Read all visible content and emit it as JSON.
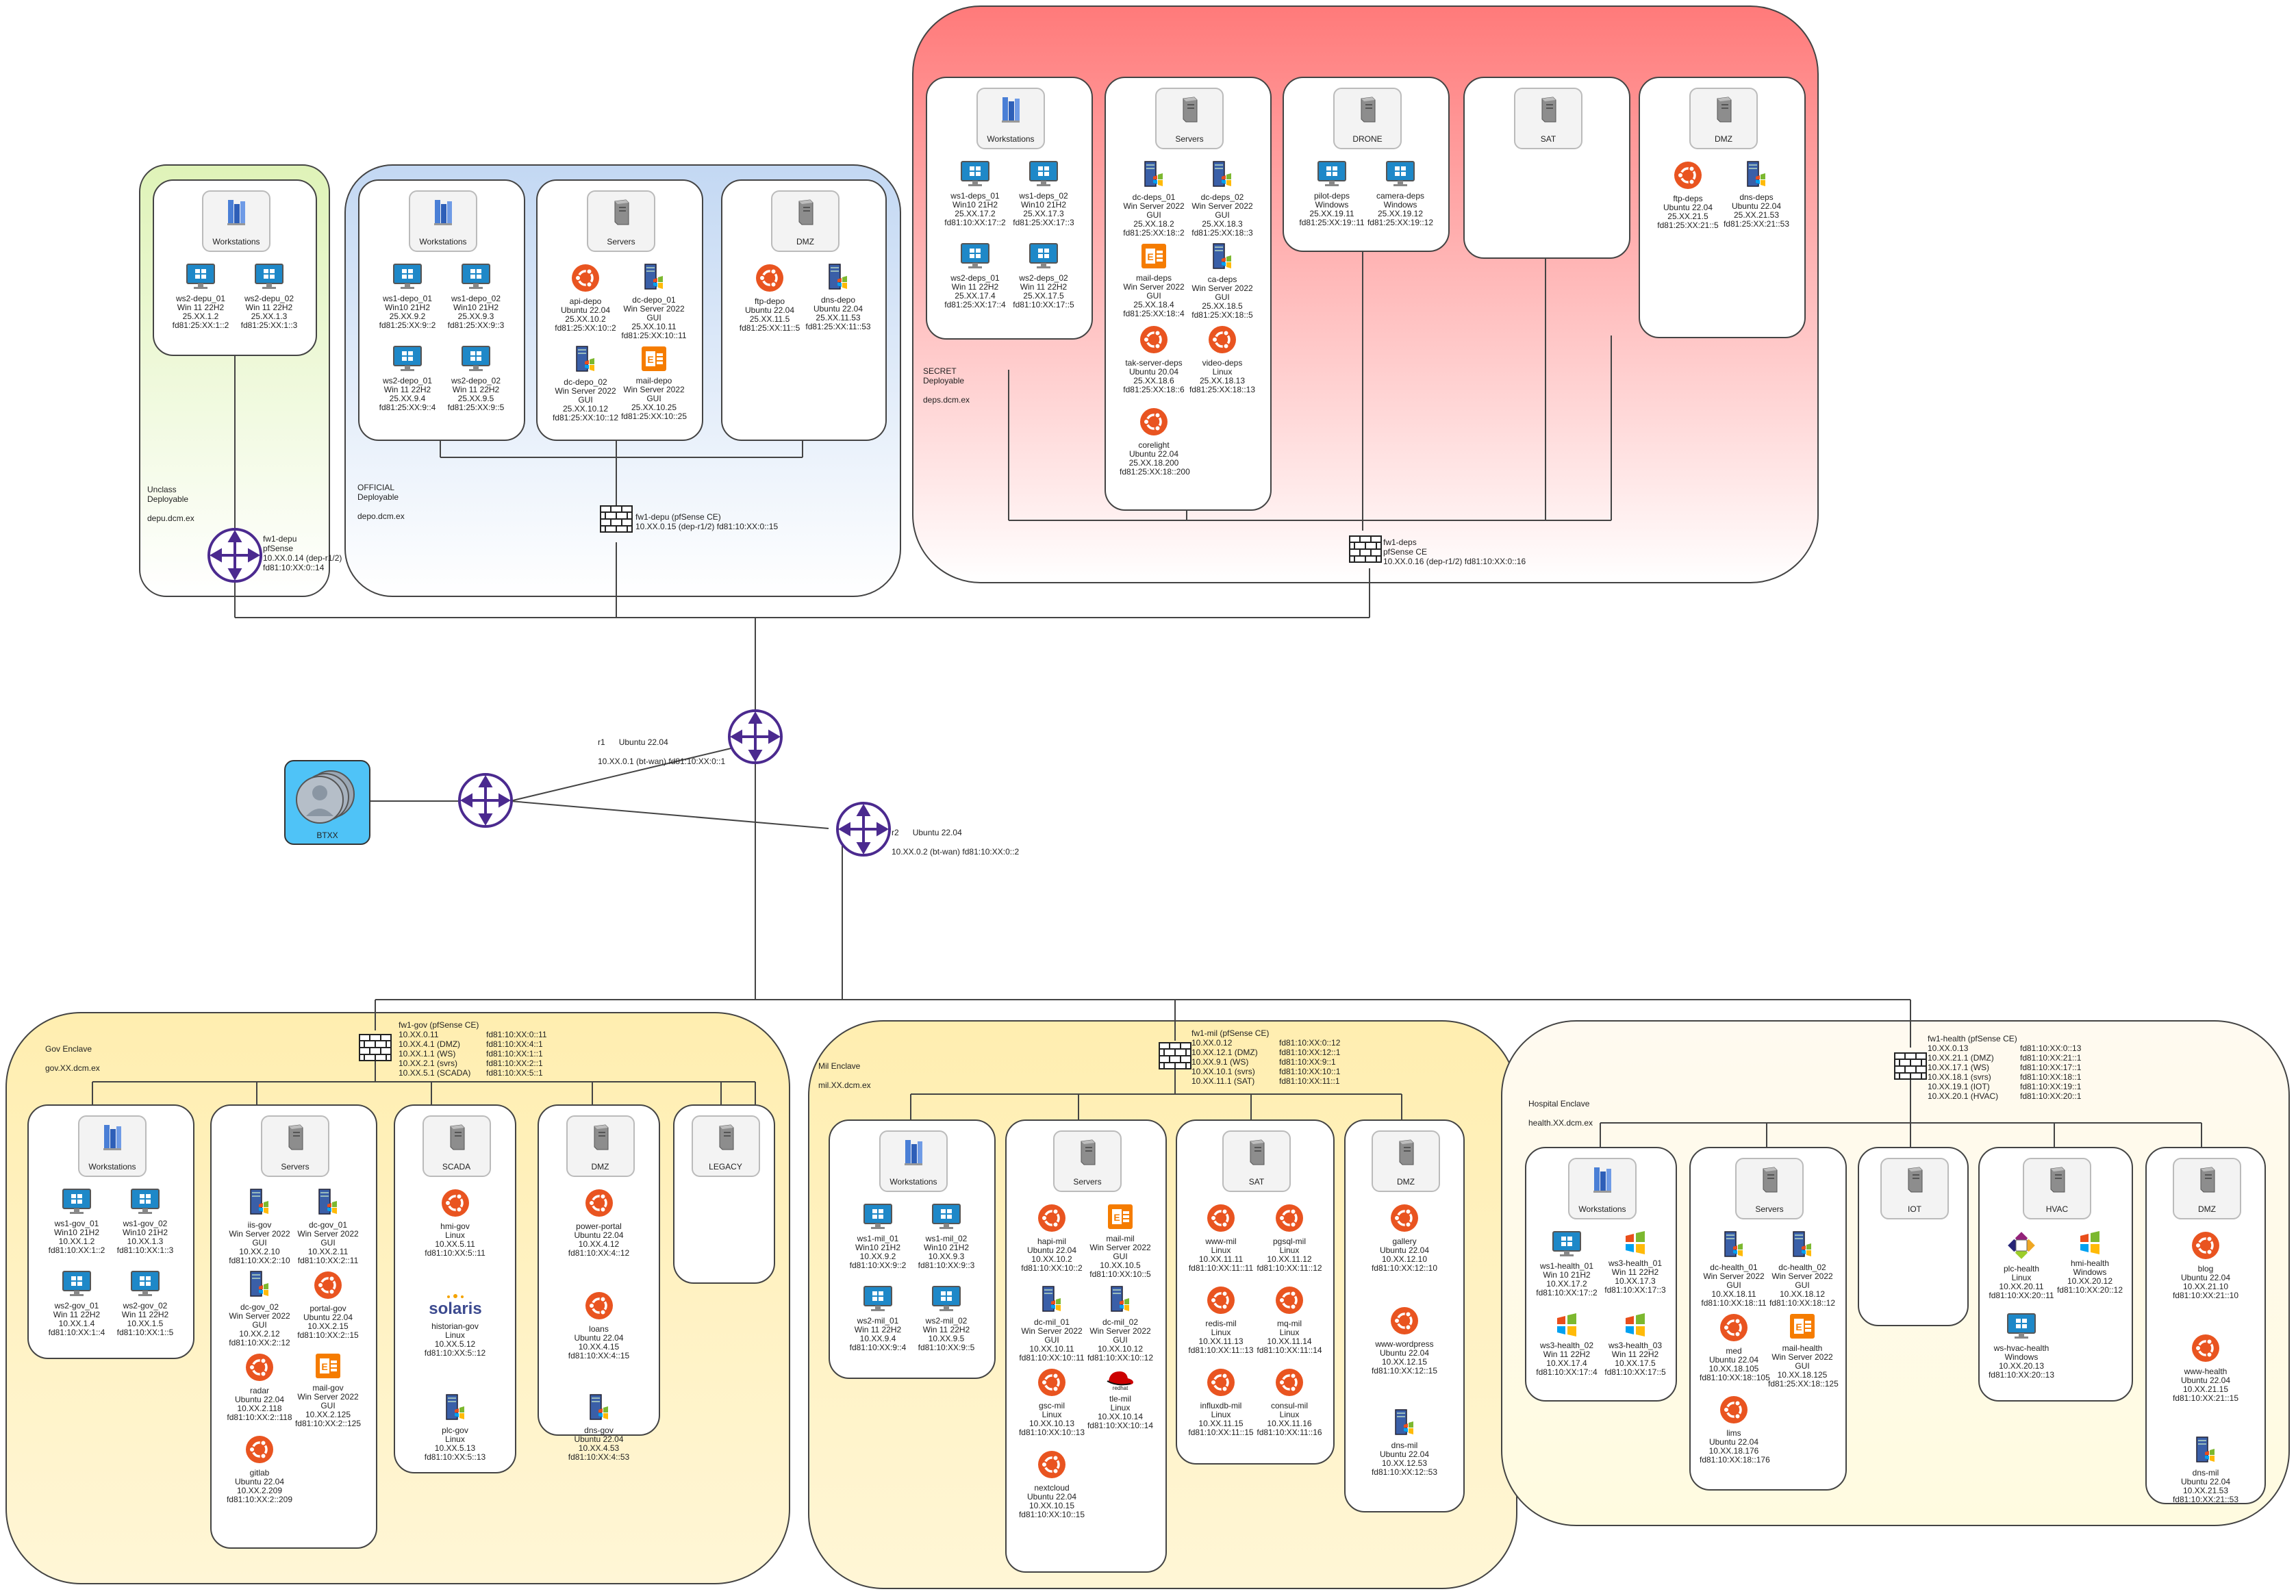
{
  "top_router": {
    "name": "r1",
    "os": "Ubuntu 22.04",
    "addr": "10.XX.0.1 (bt-wan) fd81:10:XX:0::1"
  },
  "mid_router": {
    "name": "r2",
    "os": "Ubuntu 22.04",
    "addr": "10.XX.0.2 (bt-wan) fd81:10:XX:0::2"
  },
  "cloud": {
    "label": "BTXX"
  },
  "unclass": {
    "label": "Unclass\nDeployable\n\ndepu.dcm.ex",
    "fw": "fw1-depu\npfSense\n10.XX.0.14  (dep-r1/2)\nfd81:10:XX:0::14",
    "workstations": {
      "title": "Workstations",
      "nodes": [
        {
          "text": "ws2-depu_01\nWin 11 22H2\n25.XX.1.2\nfd81:25:XX:1::2",
          "icon": "windows-pc"
        },
        {
          "text": "ws2-depu_02\nWin 11 22H2\n25.XX.1.3\nfd81:25:XX:1::3",
          "icon": "windows-pc"
        }
      ]
    }
  },
  "official": {
    "label": "OFFICIAL\nDeployable\n\ndepo.dcm.ex",
    "fw": "fw1-depu (pfSense CE)\n10.XX.0.15 (dep-r1/2)    fd81:10:XX:0::15",
    "workstations": {
      "title": "Workstations",
      "nodes": [
        {
          "text": "ws1-depo_01\nWin10 21H2\n25.XX.9.2\nfd81:25:XX:9::2",
          "icon": "windows-pc"
        },
        {
          "text": "ws1-depo_02\nWin10 21H2\n25.XX.9.3\nfd81:25:XX:9::3",
          "icon": "windows-pc"
        },
        {
          "text": "ws2-depo_01\nWin 11 22H2\n25.XX.9.4\nfd81:25:XX:9::4",
          "icon": "windows-pc"
        },
        {
          "text": "ws2-depo_02\nWin 11 22H2\n25.XX.9.5\nfd81:25:XX:9::5",
          "icon": "windows-pc"
        }
      ]
    },
    "servers": {
      "title": "Servers",
      "nodes": [
        {
          "text": "api-depo\nUbuntu 22.04\n25.XX.10.2\nfd81:25:XX:10::2",
          "icon": "ubuntu"
        },
        {
          "text": "dc-depo_01\nWin Server 2022 GUI\n25.XX.10.11\nfd81:25:XX:10::11",
          "icon": "winserver"
        },
        {
          "text": "dc-depo_02\nWin Server 2022 GUI\n25.XX.10.12\nfd81:25:XX:10::12",
          "icon": "winserver"
        },
        {
          "text": "mail-depo\nWin Server 2022 GUI\n25.XX.10.25\nfd81:25:XX:10::25",
          "icon": "exchange"
        }
      ]
    },
    "dmz": {
      "title": "DMZ",
      "nodes": [
        {
          "text": "ftp-depo\nUbuntu 22.04\n25.XX.11.5\nfd81:25:XX:11::5",
          "icon": "ubuntu"
        },
        {
          "text": "dns-depo\nUbuntu 22.04\n25.XX.11.53\nfd81:25:XX:11::53",
          "icon": "winserver"
        }
      ]
    }
  },
  "secret": {
    "label": "SECRET\nDeployable\n\ndeps.dcm.ex",
    "fw": "fw1-deps\npfSense CE\n10.XX.0.16    (dep-r1/2)   fd81:10:XX:0::16",
    "workstations": {
      "title": "Workstations",
      "nodes": [
        {
          "text": "ws1-deps_01\nWin10 21H2\n25.XX.17.2\nfd81:10:XX:17::2",
          "icon": "windows-pc"
        },
        {
          "text": "ws1-deps_02\nWin10 21H2\n25.XX.17.3\nfd81:25:XX:17::3",
          "icon": "windows-pc"
        },
        {
          "text": "ws2-deps_01\nWin 11 22H2\n25.XX.17.4\nfd81:25:XX:17::4",
          "icon": "windows-pc"
        },
        {
          "text": "ws2-deps_02\nWin 11 22H2\n25.XX.17.5\nfd81:10:XX:17::5",
          "icon": "windows-pc"
        }
      ]
    },
    "servers": {
      "title": "Servers",
      "nodes": [
        {
          "text": "dc-deps_01\nWin Server 2022 GUI\n25.XX.18.2\nfd81:25:XX:18::2",
          "icon": "winserver"
        },
        {
          "text": "dc-deps_02\nWin Server 2022 GUI\n25.XX.18.3\nfd81:25:XX:18::3",
          "icon": "winserver"
        },
        {
          "text": "mail-deps\nWin Server 2022 GUI\n25.XX.18.4\nfd81:25:XX:18::4",
          "icon": "exchange"
        },
        {
          "text": "ca-deps\nWin Server 2022 GUI\n25.XX.18.5\nfd81:25:XX:18::5",
          "icon": "winserver"
        },
        {
          "text": "tak-server-deps\nUbuntu 20.04\n25.XX.18.6\nfd81:25:XX:18::6",
          "icon": "ubuntu"
        },
        {
          "text": "video-deps\nLinux\n25.XX.18.13\nfd81:25:XX:18::13",
          "icon": "ubuntu"
        },
        {
          "text": "corelight\nUbuntu 22.04\n25.XX.18.200\nfd81:25:XX:18::200",
          "icon": "ubuntu"
        }
      ]
    },
    "drone": {
      "title": "DRONE",
      "nodes": [
        {
          "text": "pilot-deps\nWindows\n25.XX.19.11\nfd81:25:XX:19::11",
          "icon": "windows-pc"
        },
        {
          "text": "camera-deps\nWindows\n25.XX.19.12\nfd81:25:XX:19::12",
          "icon": "windows-pc"
        }
      ]
    },
    "sat": {
      "title": "SAT",
      "nodes": []
    },
    "dmz": {
      "title": "DMZ",
      "nodes": [
        {
          "text": "ftp-deps\nUbuntu 22.04\n25.XX.21.5\nfd81:25:XX:21::5",
          "icon": "ubuntu"
        },
        {
          "text": "dns-deps\nUbuntu 22.04\n25.XX.21.53\nfd81:25:XX:21::53",
          "icon": "winserver"
        }
      ]
    }
  },
  "gov": {
    "label": "Gov Enclave\n\ngov.XX.dcm.ex",
    "fw_title": "fw1-gov (pfSense CE)",
    "fw_v4": "10.XX.0.11\n10.XX.4.1 (DMZ)\n10.XX.1.1 (WS)\n10.XX.2.1 (svrs)\n10.XX.5.1 (SCADA)",
    "fw_v6": "fd81:10:XX:0::11\nfd81:10:XX:4::1\nfd81:10:XX:1::1\nfd81:10:XX:2::1\nfd81:10:XX:5::1",
    "workstations": {
      "title": "Workstations",
      "nodes": [
        {
          "text": "ws1-gov_01\nWin10 21H2\n10.XX.1.2\nfd81:10:XX:1::2",
          "icon": "windows-pc"
        },
        {
          "text": "ws1-gov_02\nWin10 21H2\n10.XX.1.3\nfd81:10:XX:1::3",
          "icon": "windows-pc"
        },
        {
          "text": "ws2-gov_01\nWin 11 22H2\n10.XX.1.4\nfd81:10:XX:1::4",
          "icon": "windows-pc"
        },
        {
          "text": "ws2-gov_02\nWin 11 22H2\n10.XX.1.5\nfd81:10:XX:1::5",
          "icon": "windows-pc"
        }
      ]
    },
    "servers": {
      "title": "Servers",
      "nodes": [
        {
          "text": "iis-gov\nWin Server 2022 GUI\n10.XX.2.10\nfd81:10:XX:2::10",
          "icon": "winserver"
        },
        {
          "text": "dc-gov_01\nWin Server 2022 GUI\n10.XX.2.11\nfd81:10:XX:2::11",
          "icon": "winserver"
        },
        {
          "text": "dc-gov_02\nWin Server 2022 GUI\n10.XX.2.12\nfd81:10:XX:2::12",
          "icon": "winserver"
        },
        {
          "text": "portal-gov\nUbuntu 22.04\n10.XX.2.15\nfd81:10:XX:2::15",
          "icon": "ubuntu"
        },
        {
          "text": "radar\nUbuntu 22.04\n10.XX.2.118\nfd81:10:XX:2::118",
          "icon": "ubuntu"
        },
        {
          "text": "mail-gov\nWin Server 2022 GUI\n10.XX.2.125\nfd81:10:XX:2::125",
          "icon": "exchange"
        },
        {
          "text": "gitlab\nUbuntu 22.04\n10.XX.2.209\nfd81:10:XX:2::209",
          "icon": "ubuntu"
        }
      ]
    },
    "scada": {
      "title": "SCADA",
      "solaris": "SOLARIS",
      "nodes": [
        {
          "text": "hmi-gov\nLinux\n10.XX.5.11\nfd81:10:XX:5::11",
          "icon": "ubuntu"
        },
        {
          "text": "historian-gov\nLinux\n10.XX.5.12\nfd81:10:XX:5::12",
          "icon": "solaris"
        },
        {
          "text": "plc-gov\nLinux\n10.XX.5.13\nfd81:10:XX:5::13",
          "icon": "winserver"
        }
      ]
    },
    "dmz": {
      "title": "DMZ",
      "nodes": [
        {
          "text": "power-portal\nUbuntu 22.04\n10.XX.4.12\nfd81:10:XX:4::12",
          "icon": "ubuntu"
        },
        {
          "text": "loans\nUbuntu 22.04\n10.XX.4.15\nfd81:10:XX:4::15",
          "icon": "ubuntu"
        },
        {
          "text": "dns-gov\nUbuntu 22.04\n10.XX.4.53\nfd81:10:XX:4::53",
          "icon": "winserver"
        }
      ]
    },
    "legacy": {
      "title": "LEGACY"
    }
  },
  "mil": {
    "label": "Mil Enclave\n\nmil.XX.dcm.ex",
    "fw_title": "fw1-mil (pfSense CE)",
    "fw_v4": "10.XX.0.12\n10.XX.12.1 (DMZ)\n10.XX.9.1 (WS)\n10.XX.10.1 (svrs)\n10.XX.11.1 (SAT)",
    "fw_v6": "fd81:10:XX:0::12\nfd81:10:XX:12::1\nfd81:10:XX:9::1\nfd81:10:XX:10::1\nfd81:10:XX:11::1",
    "workstations": {
      "title": "Workstations",
      "nodes": [
        {
          "text": "ws1-mil_01\nWin10 21H2\n10.XX.9.2\nfd81:10:XX:9::2",
          "icon": "windows-pc"
        },
        {
          "text": "ws1-mil_02\nWin10 21H2\n10.XX.9.3\nfd81:10:XX:9::3",
          "icon": "windows-pc"
        },
        {
          "text": "ws2-mil_01\nWin 11 22H2\n10.XX.9.4\nfd81:10:XX:9::4",
          "icon": "windows-pc"
        },
        {
          "text": "ws2-mil_02\nWin 11 22H2\n10.XX.9.5\nfd81:10:XX:9::5",
          "icon": "windows-pc"
        }
      ]
    },
    "servers": {
      "title": "Servers",
      "nodes": [
        {
          "text": "hapi-mil\nUbuntu 22.04\n10.XX.10.2\nfd81:10:XX:10::2",
          "icon": "ubuntu"
        },
        {
          "text": "mail-mil\nWin Server 2022 GUI\n10.XX.10.5\nfd81:10:XX:10::5",
          "icon": "exchange"
        },
        {
          "text": "dc-mil_01\nWin Server 2022 GUI\n10.XX.10.11\nfd81:10:XX:10::11",
          "icon": "winserver"
        },
        {
          "text": "dc-mil_02\nWin Server 2022 GUI\n10.XX.10.12\nfd81:10:XX:10::12",
          "icon": "winserver"
        },
        {
          "text": "gsc-mil\nLinux\n10.XX.10.13\nfd81:10:XX:10::13",
          "icon": "ubuntu"
        },
        {
          "text": "tle-mil\nLinux\n10.XX.10.14\nfd81:10:XX:10::14",
          "icon": "redhat"
        },
        {
          "text": "nextcloud\nUbuntu 22.04\n10.XX.10.15\nfd81:10:XX:10::15",
          "icon": "ubuntu"
        }
      ]
    },
    "sat": {
      "title": "SAT",
      "nodes": [
        {
          "text": "www-mil\nLinux\n10.XX.11.11\nfd81:10:XX:11::11",
          "icon": "ubuntu"
        },
        {
          "text": "pgsql-mil\nLinux\n10.XX.11.12\nfd81:10:XX:11::12",
          "icon": "ubuntu"
        },
        {
          "text": "redis-mil\nLinux\n10.XX.11.13\nfd81:10:XX:11::13",
          "icon": "ubuntu"
        },
        {
          "text": "mq-mil\nLinux\n10.XX.11.14\nfd81:10:XX:11::14",
          "icon": "ubuntu"
        },
        {
          "text": "influxdb-mil\nLinux\n10.XX.11.15\nfd81:10:XX:11::15",
          "icon": "ubuntu"
        },
        {
          "text": "consul-mil\nLinux\n10.XX.11.16\nfd81:10:XX:11::16",
          "icon": "ubuntu"
        }
      ]
    },
    "dmz": {
      "title": "DMZ",
      "nodes": [
        {
          "text": "gallery\nUbuntu 22.04\n10.XX.12.10\nfd81:10:XX:12::10",
          "icon": "ubuntu"
        },
        {
          "text": "www-wordpress\nUbuntu 22.04\n10.XX.12.15\nfd81:10:XX:12::15",
          "icon": "ubuntu"
        },
        {
          "text": "dns-mil\nUbuntu 22.04\n10.XX.12.53\nfd81:10:XX:12::53",
          "icon": "winserver"
        }
      ]
    }
  },
  "health": {
    "label": "Hospital Enclave\n\nhealth.XX.dcm.ex",
    "fw_title": "fw1-health (pfSense CE)",
    "fw_v4": "10.XX.0.13\n10.XX.21.1 (DMZ)\n10.XX.17.1 (WS)\n10.XX.18.1 (svrs)\n10.XX.19.1 (IOT)\n10.XX.20.1 (HVAC)",
    "fw_v6": "fd81:10:XX:0::13\nfd81:10:XX:21::1\nfd81:10:XX:17::1\nfd81:10:XX:18::1\nfd81:10:XX:19::1\nfd81:10:XX:20::1",
    "workstations": {
      "title": "Workstations",
      "nodes": [
        {
          "text": "ws1-health_01\nWin 10 21H2\n10.XX.17.2\nfd81:10:XX:17::2",
          "icon": "windows-pc"
        },
        {
          "text": "ws3-health_01\nWin 11 22H2\n10.XX.17.3\nfd81:10:XX:17::3",
          "icon": "windows-logo"
        },
        {
          "text": "ws3-health_02\nWin 11 22H2\n10.XX.17.4\nfd81:10:XX:17::4",
          "icon": "windows-logo"
        },
        {
          "text": "ws3-health_03\nWin 11 22H2\n10.XX.17.5\nfd81:10:XX:17::5",
          "icon": "windows-logo"
        }
      ]
    },
    "servers": {
      "title": "Servers",
      "nodes": [
        {
          "text": "dc-health_01\nWin Server 2022 GUI\n10.XX.18.11\nfd81:10:XX:18::11",
          "icon": "winserver"
        },
        {
          "text": "dc-health_02\nWin Server 2022 GUI\n10.XX.18.12\nfd81:10:XX:18::12",
          "icon": "winserver"
        },
        {
          "text": "med\nUbuntu 22.04\n10.XX.18.105\nfd81:10:XX:18::105",
          "icon": "ubuntu"
        },
        {
          "text": "mail-health\nWin Server 2022 GUI\n10.XX.18.125\nfd81:25:XX:18::125",
          "icon": "exchange"
        },
        {
          "text": "lims\nUbuntu 22.04\n10.XX.18.176\nfd81:10:XX:18::176",
          "icon": "ubuntu"
        }
      ]
    },
    "iot": {
      "title": "IOT"
    },
    "hvac": {
      "title": "HVAC",
      "nodes": [
        {
          "text": "plc-health\nLinux\n10.XX.20.11\nfd81:10:XX:20::11",
          "icon": "centos"
        },
        {
          "text": "hmi-health\nWindows\n10.XX.20.12\nfd81:10:XX:20::12",
          "icon": "windows-logo"
        },
        {
          "text": "ws-hvac-health\nWindows\n10.XX.20.13\nfd81:10:XX:20::13",
          "icon": "windows-pc"
        }
      ]
    },
    "dmz": {
      "title": "DMZ",
      "nodes": [
        {
          "text": "blog\nUbuntu 22.04\n10.XX.21.10\nfd81:10:XX:21::10",
          "icon": "ubuntu"
        },
        {
          "text": "www-health\nUbuntu 22.04\n10.XX.21.15\nfd81:10:XX:21::15",
          "icon": "ubuntu"
        },
        {
          "text": "dns-mil\nUbuntu 22.04\n10.XX.21.53\nfd81:10:XX:21::53",
          "icon": "winserver"
        }
      ]
    }
  },
  "colors": {
    "unclass": "#e6f5c9",
    "official": "#c9dcf3",
    "secret": "#ff7f7f",
    "enclave": "#fff2c2",
    "health": "#fffbe6",
    "router": "#4b2a8f",
    "cloud": "#4fc3f7"
  }
}
